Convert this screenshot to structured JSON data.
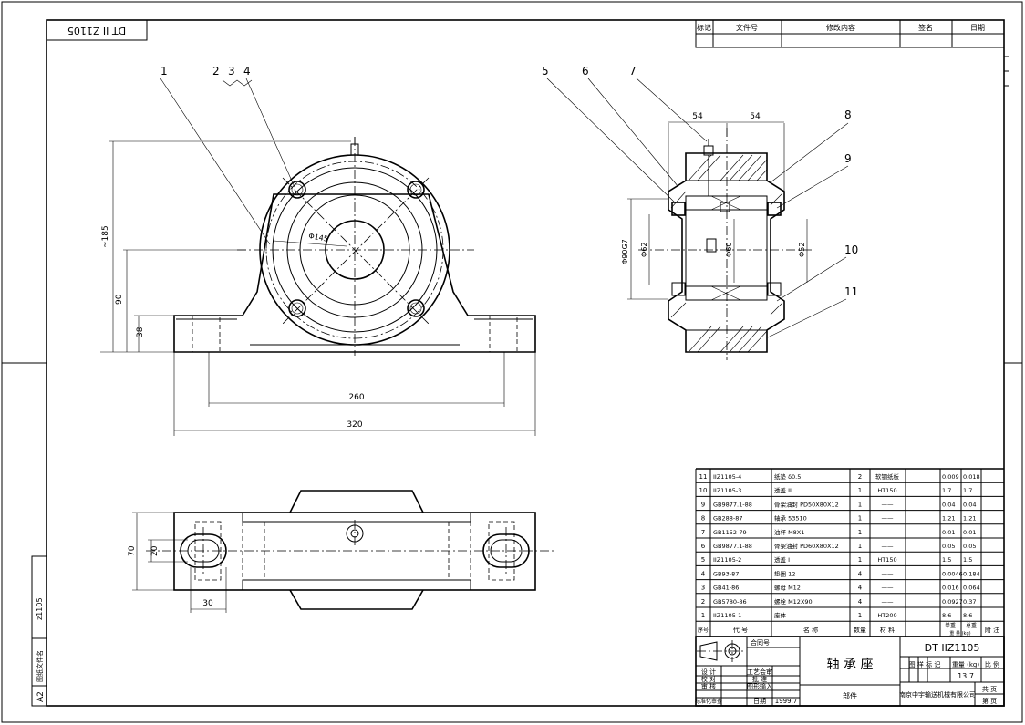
{
  "stamp_top_left": "DT II Z1105",
  "revision_table": {
    "headers": [
      "标记",
      "文件号",
      "修改内容",
      "签名",
      "日期"
    ]
  },
  "callouts": [
    "1",
    "2",
    "3",
    "4",
    "5",
    "6",
    "7",
    "8",
    "9",
    "10",
    "11"
  ],
  "front_view_dims": {
    "height_total": "~185",
    "center_height": "90",
    "base_height": "38",
    "bolt_circle": "Φ145",
    "bolt_spacing": "260",
    "overall_length": "320"
  },
  "section_view_dims": {
    "left_half": "54",
    "right_half": "54",
    "outer_dia": "Φ90G7",
    "d62": "Φ62",
    "d60": "Φ60",
    "d52": "Φ52"
  },
  "top_view_dims": {
    "width": "70",
    "slot": "20",
    "offset": "30"
  },
  "bom": {
    "rows": [
      {
        "no": "11",
        "code": "IIZ1105-4",
        "name": "纸垫 δ0.5",
        "qty": "2",
        "material": "软钢纸板",
        "unit_wt": "0.009",
        "total_wt": "0.018",
        "note": ""
      },
      {
        "no": "10",
        "code": "IIZ1105-3",
        "name": "透盖 II",
        "qty": "1",
        "material": "HT150",
        "unit_wt": "1.7",
        "total_wt": "1.7",
        "note": ""
      },
      {
        "no": "9",
        "code": "GB9877.1-88",
        "name": "骨架油封 PD50X80X12",
        "qty": "1",
        "material": "——",
        "unit_wt": "0.04",
        "total_wt": "0.04",
        "note": ""
      },
      {
        "no": "8",
        "code": "GB288-87",
        "name": "轴承 53510",
        "qty": "1",
        "material": "——",
        "unit_wt": "1.21",
        "total_wt": "1.21",
        "note": ""
      },
      {
        "no": "7",
        "code": "GB1152-79",
        "name": "油杯 M8X1",
        "qty": "1",
        "material": "——",
        "unit_wt": "0.01",
        "total_wt": "0.01",
        "note": ""
      },
      {
        "no": "6",
        "code": "GB9877.1-88",
        "name": "骨架油封 PD60X80X12",
        "qty": "1",
        "material": "——",
        "unit_wt": "0.05",
        "total_wt": "0.05",
        "note": ""
      },
      {
        "no": "5",
        "code": "IIZ1105-2",
        "name": "透盖 I",
        "qty": "1",
        "material": "HT150",
        "unit_wt": "1.5",
        "total_wt": "1.5",
        "note": ""
      },
      {
        "no": "4",
        "code": "GB93-87",
        "name": "垫圈 12",
        "qty": "4",
        "material": "——",
        "unit_wt": "0.0046",
        "total_wt": "0.184",
        "note": ""
      },
      {
        "no": "3",
        "code": "GB41-86",
        "name": "螺母 M12",
        "qty": "4",
        "material": "——",
        "unit_wt": "0.016",
        "total_wt": "0.064",
        "note": ""
      },
      {
        "no": "2",
        "code": "GB5780-86",
        "name": "螺栓 M12X90",
        "qty": "4",
        "material": "——",
        "unit_wt": "0.0927",
        "total_wt": "0.37",
        "note": ""
      },
      {
        "no": "1",
        "code": "IIZ1105-1",
        "name": "座体",
        "qty": "1",
        "material": "HT200",
        "unit_wt": "8.6",
        "total_wt": "8.6",
        "note": ""
      }
    ],
    "headers": {
      "no": "序号",
      "code": "代 号",
      "name": "名 称",
      "qty": "数量",
      "material": "材 料",
      "unit_wt": "单重",
      "total_wt": "总重",
      "wt_label": "重 量 (kg)",
      "note": "附 注"
    }
  },
  "title_block": {
    "contract_no": "合同号",
    "drawing_no": "DT IIZ1105",
    "title": "轴 承 座",
    "part_label": "部件",
    "stage_label": "图 样 标 记",
    "weight_label": "重量 (kg)",
    "scale_label": "比 例",
    "weight_value": "13.7",
    "company": "南京中宇输送机械有限公司",
    "sheet_total": "共 页",
    "sheet_no": "第 页",
    "roles": [
      "设 计",
      "校 对",
      "审 核",
      "标准化审查"
    ],
    "roles_right": [
      "工艺会审",
      "批 准",
      "图形输入",
      "日期"
    ],
    "date": "1999.7"
  },
  "left_margin": {
    "archive": "图纸文件名",
    "file_no": "z1105",
    "format": "A2"
  }
}
